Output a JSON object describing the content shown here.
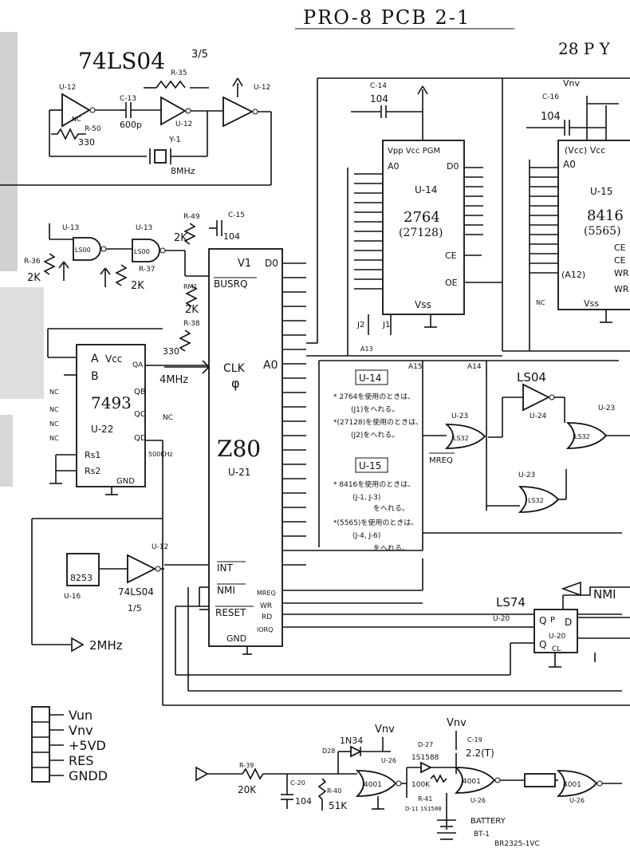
{
  "header": {
    "title": "PRO-8 PCB 2-1",
    "corner_note": "28 P Y"
  },
  "clock": {
    "chip_label": "74LS04",
    "chip_fraction": "3/5",
    "r35": "R-35",
    "u12": "U-12",
    "c13": "C-13",
    "c13_value": "600p",
    "r50": "R-50",
    "r50_value": "330",
    "y1": "Y-1",
    "y1_value": "8MHz",
    "nc": "NC"
  },
  "reset_gate": {
    "u13": "U-13",
    "ls00": "LS00",
    "r36": "R-36",
    "r36_value": "2K",
    "r37": "R-37",
    "r37_value": "2K",
    "r49": "R-49",
    "r49_value": "2K",
    "c15": "C-15",
    "c15_value": "104",
    "rm1": "RM1",
    "rm1_value": "2K",
    "r38": "R-38",
    "r38_value": "330"
  },
  "counter": {
    "part": "7493",
    "unit": "U-22",
    "pins": [
      "A",
      "B",
      "Vcc",
      "QA",
      "QB",
      "QC",
      "QD",
      "Rs1",
      "Rs2",
      "GND"
    ],
    "freq_4mhz": "4MHz",
    "freq_500khz": "500KHz"
  },
  "cpu": {
    "part": "Z80",
    "unit": "U-21",
    "vcc": "V1",
    "pins": [
      "BUSRQ",
      "CLK",
      "INT",
      "NMI",
      "RESET",
      "GND",
      "MREQ",
      "WR",
      "RD",
      "IORQ",
      "D0",
      "A0"
    ],
    "clk_symbol": "φ"
  },
  "timer": {
    "part": "8253",
    "unit": "U-16",
    "inverter": "74LS04",
    "inverter_unit": "U-12",
    "fraction": "1/5",
    "output_freq": "2MHz"
  },
  "rom": {
    "unit": "U-14",
    "part": "2764",
    "alt_part": "(27128)",
    "cap": "C-14",
    "cap_value": "104",
    "supply": "Vpp Vcc PGM",
    "vss": "Vss",
    "ce": "CE",
    "oe": "OE",
    "jumpers": [
      "J2",
      "J1"
    ],
    "a13": "A13"
  },
  "ram": {
    "unit": "U-15",
    "part": "8416",
    "alt_part": "(5565)",
    "cap": "C-16",
    "cap_value": "104",
    "vcc": "(Vcc) Vcc",
    "supply_label": "Vnv",
    "a12": "(A12)",
    "vss": "Vss",
    "pins_right": [
      "CE",
      "CE",
      "WR",
      "WR"
    ]
  },
  "notes": {
    "u14_heading": "U-14",
    "u14_lines": [
      "* 2764を使用のときは、",
      "(J1)をへれる。",
      "*(27128)を使用のときは、",
      "(J2)をへれる。"
    ],
    "u15_heading": "U-15",
    "u15_lines": [
      "* 8416を使用のときは、",
      "(J-1, J-3)",
      "をへれる。",
      "*(5565)を使用のときは、",
      "(J-4, J-6)",
      "をへれる。"
    ]
  },
  "decode": {
    "a15": "A15",
    "a14": "A14",
    "ls04": "LS04",
    "u24": "U-24",
    "u23": "U-23",
    "ls32": "LS32",
    "mreq": "MREQ"
  },
  "nmi": {
    "ff": "LS74",
    "unit": "U-20",
    "pins": [
      "Q",
      "P",
      "D",
      "Q",
      "CL"
    ],
    "nmi_label": "NMI"
  },
  "connector": {
    "pins": [
      "Vun",
      "Vnv",
      "+5VD",
      "RES",
      "GNDD"
    ]
  },
  "battery": {
    "r39": "R-39",
    "r39_value": "20K",
    "c20": "C-20",
    "c20_value": "104",
    "r40": "R-40",
    "r40_value": "51K",
    "d28": "D28",
    "d28_value": "1N34",
    "supply": "Vnv",
    "u26": "U-26",
    "cmos": "4001",
    "d27": "D-27",
    "d27_value": "1S1588",
    "c19": "C-19",
    "c19_value": "2.2(T)",
    "r41": "R-41",
    "r41_value": "100K",
    "d11": "D-11 1S1588",
    "battery": "BATTERY",
    "bt": "BT-1",
    "bt_value": "BR2325-1VC"
  }
}
